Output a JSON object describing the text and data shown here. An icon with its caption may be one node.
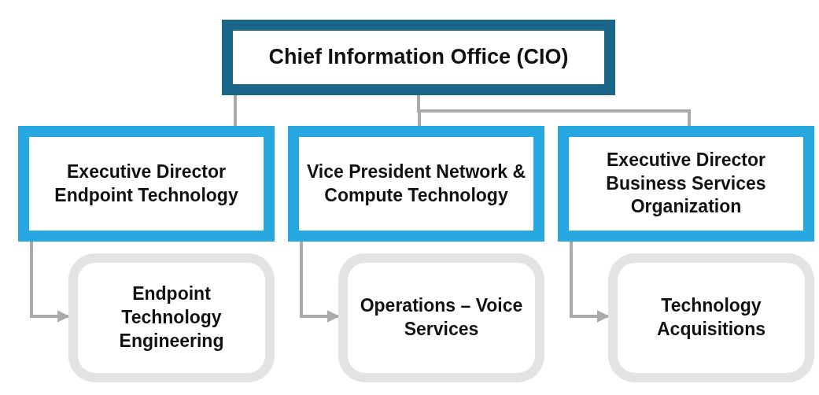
{
  "diagram": {
    "nodes": [
      {
        "text": [
          "Chief Information Office (CIO)"
        ]
      },
      {
        "text": [
          "Executive Director Endpoint Technology"
        ]
      },
      {
        "text": [
          "Vice President Network & Compute Technology"
        ]
      },
      {
        "text": [
          "Executive Director Business Services Organization"
        ]
      },
      {
        "text": [
          "Endpoint Technology Engineering"
        ]
      },
      {
        "text": [
          "Operations – Voice Services"
        ]
      },
      {
        "text": [
          "Technology Acquisitions"
        ]
      }
    ],
    "edges": [
      {
        "from": 0,
        "to": 1,
        "arrow": "none"
      },
      {
        "from": 0,
        "to": 2,
        "arrow": "none"
      },
      {
        "from": 0,
        "to": 3,
        "arrow": "none"
      },
      {
        "from": 1,
        "to": 4,
        "arrow": "to"
      },
      {
        "from": 2,
        "to": 5,
        "arrow": "to"
      },
      {
        "from": 3,
        "to": 6,
        "arrow": "to"
      }
    ]
  }
}
